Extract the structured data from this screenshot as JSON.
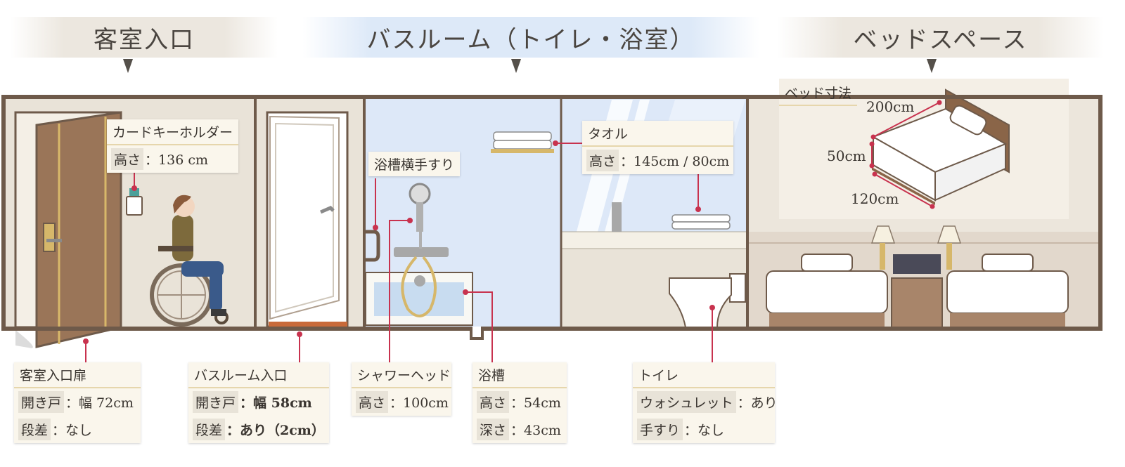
{
  "sections": {
    "entrance": "客室入口",
    "bathroom": "バスルーム（トイレ・浴室）",
    "bed_space": "ベッドスペース"
  },
  "callouts": {
    "card_key": {
      "title": "カードキーホルダー",
      "key": "高さ",
      "value": "：136 cm"
    },
    "bath_rail": {
      "title": "浴槽横手すり"
    },
    "towel": {
      "title": "タオル",
      "key": "高さ",
      "value": "：145cm / 80cm"
    },
    "bed_size": {
      "title": "ベッド寸法",
      "width": "200cm",
      "height": "50cm",
      "depth": "120cm"
    },
    "entrance_door": {
      "title": "客室入口扉",
      "rows": [
        {
          "key": "開き戸",
          "value": "：幅 72cm"
        },
        {
          "key": "段差",
          "value": "：なし"
        }
      ]
    },
    "bathroom_entrance": {
      "title": "バスルーム入口",
      "rows": [
        {
          "key": "開き戸",
          "value": "：幅 58cm"
        },
        {
          "key": "段差",
          "value": "：あり（2cm）"
        }
      ]
    },
    "shower_head": {
      "title": "シャワーヘッド",
      "key": "高さ",
      "value": "：100cm"
    },
    "bathtub": {
      "title": "浴槽",
      "rows": [
        {
          "key": "高さ",
          "value": "：54cm"
        },
        {
          "key": "深さ",
          "value": "：43cm"
        }
      ]
    },
    "toilet": {
      "title": "トイレ",
      "rows": [
        {
          "key": "ウォシュレット",
          "value": "：あり"
        },
        {
          "key": "手すり",
          "value": "：なし"
        }
      ]
    }
  },
  "colors": {
    "wall": "#6e5a4a",
    "accent_line": "#c8324e",
    "door": "#9a7558",
    "bath_blue": "#dde8f8"
  }
}
